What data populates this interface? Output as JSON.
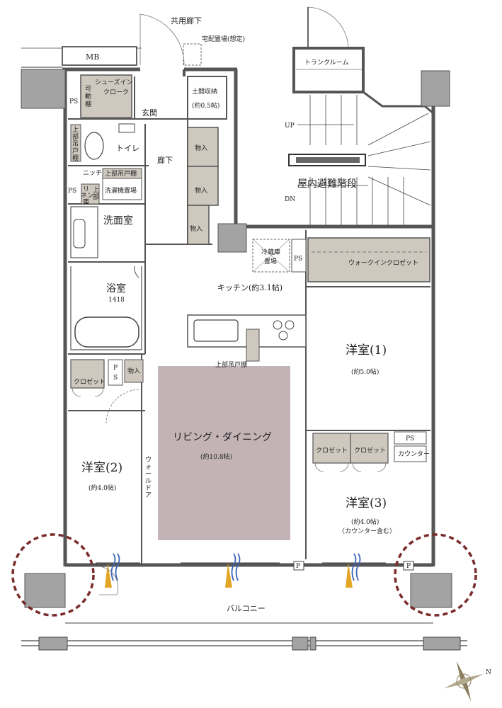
{
  "labels": {
    "common_corridor": "共用廊下",
    "delivery_box": "宅配置場(想定)",
    "mb": "MB",
    "trunk_room": "トランクルーム",
    "shoes_in_cloak": "シューズイン",
    "shoes_in_cloak2": "クローク",
    "movable_shelf": "可",
    "movable_shelf2": "動",
    "movable_shelf3": "棚",
    "entrance": "玄関",
    "earth_storage": "土間収納",
    "earth_storage_size": "(約0.5帖)",
    "ps_top": "PS",
    "upper_cabinet_toilet_1": "上",
    "upper_cabinet_toilet_2": "部",
    "upper_cabinet_toilet_3": "吊",
    "upper_cabinet_toilet_4": "戸",
    "upper_cabinet_toilet_5": "棚",
    "toilet": "トイレ",
    "hallway": "廊下",
    "storage1": "物入",
    "storage2": "物入",
    "storage3": "物入",
    "niche": "ニッチ",
    "upper_cabinet_laundry": "上部吊戸棚",
    "laundry_place": "洗濯機置場",
    "ps_mid": "PS",
    "linen_1": "リ",
    "linen_2": "ネン",
    "linen_3": "庫",
    "upper_small_1": "上",
    "upper_small_2": "部",
    "washroom": "洗面室",
    "bath": "浴室",
    "bath_size": "1418",
    "up": "UP",
    "dn": "DN",
    "stairs": "屋内避難階段",
    "fridge_1": "冷蔵庫",
    "fridge_2": "置場",
    "ps_kitchen": "PS",
    "walkin_closet": "ウォークインクロゼット",
    "kitchen": "キッチン(約3.1帖)",
    "upper_cabinet_kitchen": "上部吊戸棚",
    "room1": "洋室(1)",
    "room1_size": "(約5.0帖)",
    "closet_left": "クロゼット",
    "ps_left": "P",
    "ps_left2": "S",
    "storage_living": "物入",
    "living": "リビング・ダイニング",
    "living_size": "(約10.8帖)",
    "wall_door_1": "ウ",
    "wall_door_2": "ォ",
    "wall_door_3": "ー",
    "wall_door_4": "ル",
    "wall_door_5": "ド",
    "wall_door_6": "ア",
    "room2": "洋室(2)",
    "room2_size": "(約4.0帖)",
    "closet_r1": "クロゼット",
    "closet_r2": "クロゼット",
    "ps_right": "PS",
    "counter": "カウンター",
    "room3": "洋室(3)",
    "room3_size": "(約4.0帖)",
    "room3_note": "〈カウンター含む〉",
    "p1": "P",
    "p2": "P",
    "balcony": "バルコニー",
    "compass_n": "N"
  },
  "colors": {
    "wall": "#555555",
    "column": "#a3a3a3",
    "fixture": "#cfc8bf",
    "living_area": "#c3b3b6",
    "circle": "#7a2b2b",
    "flame": "#e3a526",
    "flow": "#3a64b8"
  }
}
